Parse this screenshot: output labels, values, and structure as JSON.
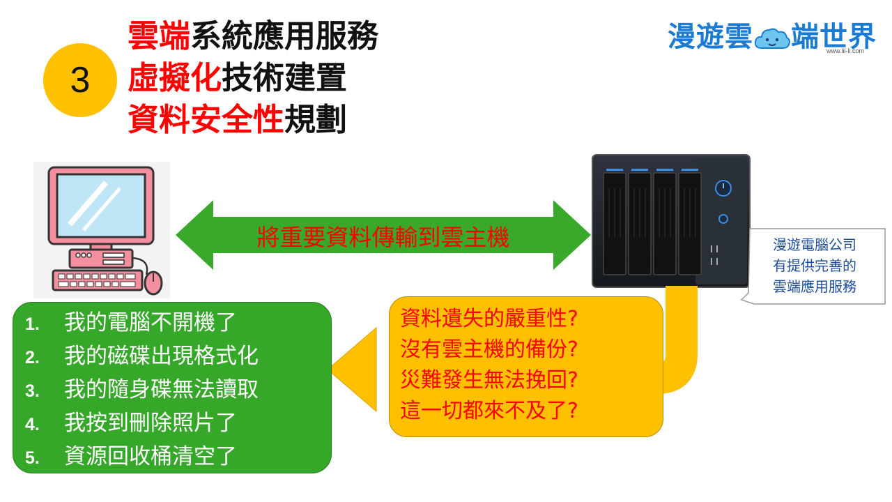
{
  "badge": {
    "number": "3"
  },
  "title": {
    "line1": {
      "highlight": "雲端",
      "rest": "系統應用服務"
    },
    "line2": {
      "highlight": "虛擬化",
      "rest": "技術建置"
    },
    "line3": {
      "highlight": "資料安全性",
      "rest": "規劃"
    }
  },
  "logo": {
    "text_before": "漫遊雲",
    "text_after": "端世界",
    "url": "www.lii-li.com",
    "icon": "cloud-face-icon"
  },
  "transfer_arrow": {
    "label": "將重要資料傳輸到雲主機"
  },
  "service_callout": {
    "lines": [
      "漫遊電腦公司",
      "有提供完善的",
      "雲端應用服務"
    ]
  },
  "questions": [
    "資料遺失的嚴重性?",
    "沒有雲主機的備份?",
    "災難發生無法挽回?",
    "這一切都來不及了?"
  ],
  "problems": [
    {
      "num": "1.",
      "text": "我的電腦不開機了"
    },
    {
      "num": "2.",
      "text": "我的磁碟出現格式化"
    },
    {
      "num": "3.",
      "text": "我的隨身碟無法讀取"
    },
    {
      "num": "4.",
      "text": "我按到刪除照片了"
    },
    {
      "num": "5.",
      "text": "資源回收桶清空了"
    }
  ],
  "colors": {
    "badge": "#ffc000",
    "title_highlight": "#ff0000",
    "double_arrow": "#3aa82a",
    "yellow_box": "#ffc000",
    "green_box": "#36a829",
    "callout_text": "#1f4e9a"
  }
}
